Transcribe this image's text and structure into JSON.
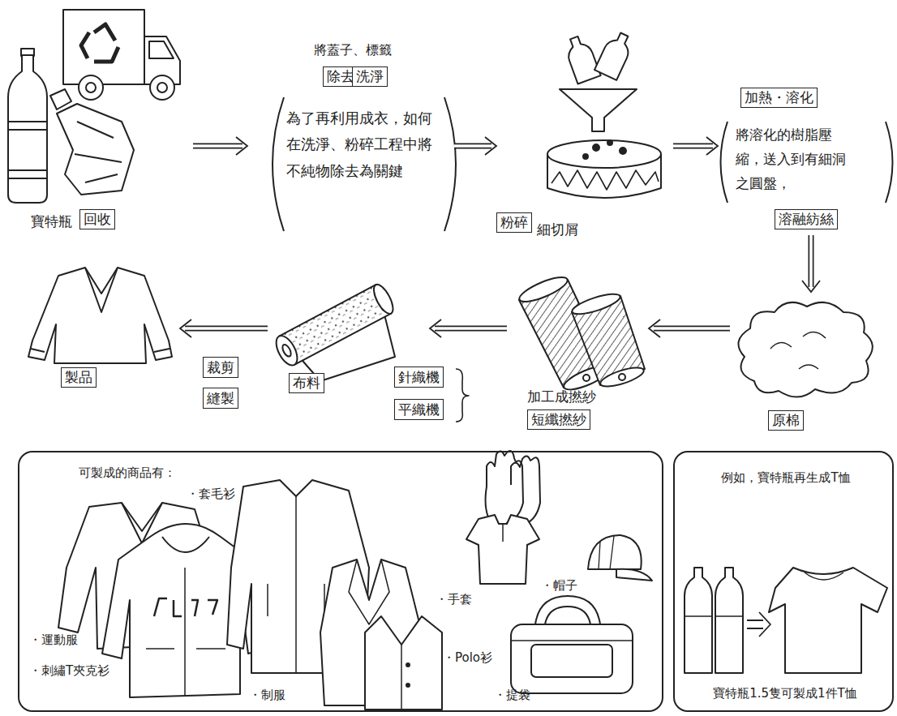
{
  "diagram": {
    "nodes": [
      {
        "text": [
          "寶特瓶",
          "回收"
        ]
      },
      {
        "text": [
          "將蓋子、標籤",
          "除去",
          "洗淨",
          "為了再利用成衣，如何在洗淨、粉碎工程中將不純物除去為關鍵"
        ]
      },
      {
        "text": [
          "粉碎",
          "細切屑"
        ]
      },
      {
        "text": [
          "加熱・溶化",
          "將溶化的樹脂壓縮，送入到有細洞之圓盤，",
          "溶融紡絲"
        ]
      },
      {
        "text": [
          "原棉"
        ]
      },
      {
        "text": [
          "加工成撚紗",
          "短纖撚紗"
        ]
      },
      {
        "text": [
          "針織機"
        ]
      },
      {
        "text": [
          "平織機"
        ]
      },
      {
        "text": [
          "布料"
        ]
      },
      {
        "text": [
          "裁剪"
        ]
      },
      {
        "text": [
          "縫製"
        ]
      },
      {
        "text": [
          "製品"
        ]
      },
      {
        "text": [
          "可製成的商品有：",
          "・套毛衫",
          "・運動服",
          "・刺繡T夾克衫",
          "・制服",
          "・手套",
          "・Polo衫",
          "・帽子",
          "・提袋"
        ]
      },
      {
        "text": [
          "例如，寶特瓶再生成T恤",
          "寶特瓶1.5隻可製成1件T恤"
        ]
      }
    ],
    "edges": [
      {
        "from": 0,
        "to": 1,
        "arrow": "to"
      },
      {
        "from": 1,
        "to": 2,
        "arrow": "to"
      },
      {
        "from": 2,
        "to": 3,
        "arrow": "to"
      },
      {
        "from": 3,
        "to": 4,
        "arrow": "to"
      },
      {
        "from": 4,
        "to": 5,
        "arrow": "to"
      },
      {
        "from": 5,
        "to": 8,
        "arrow": "to"
      },
      {
        "from": 8,
        "to": 11,
        "arrow": "to"
      }
    ]
  }
}
